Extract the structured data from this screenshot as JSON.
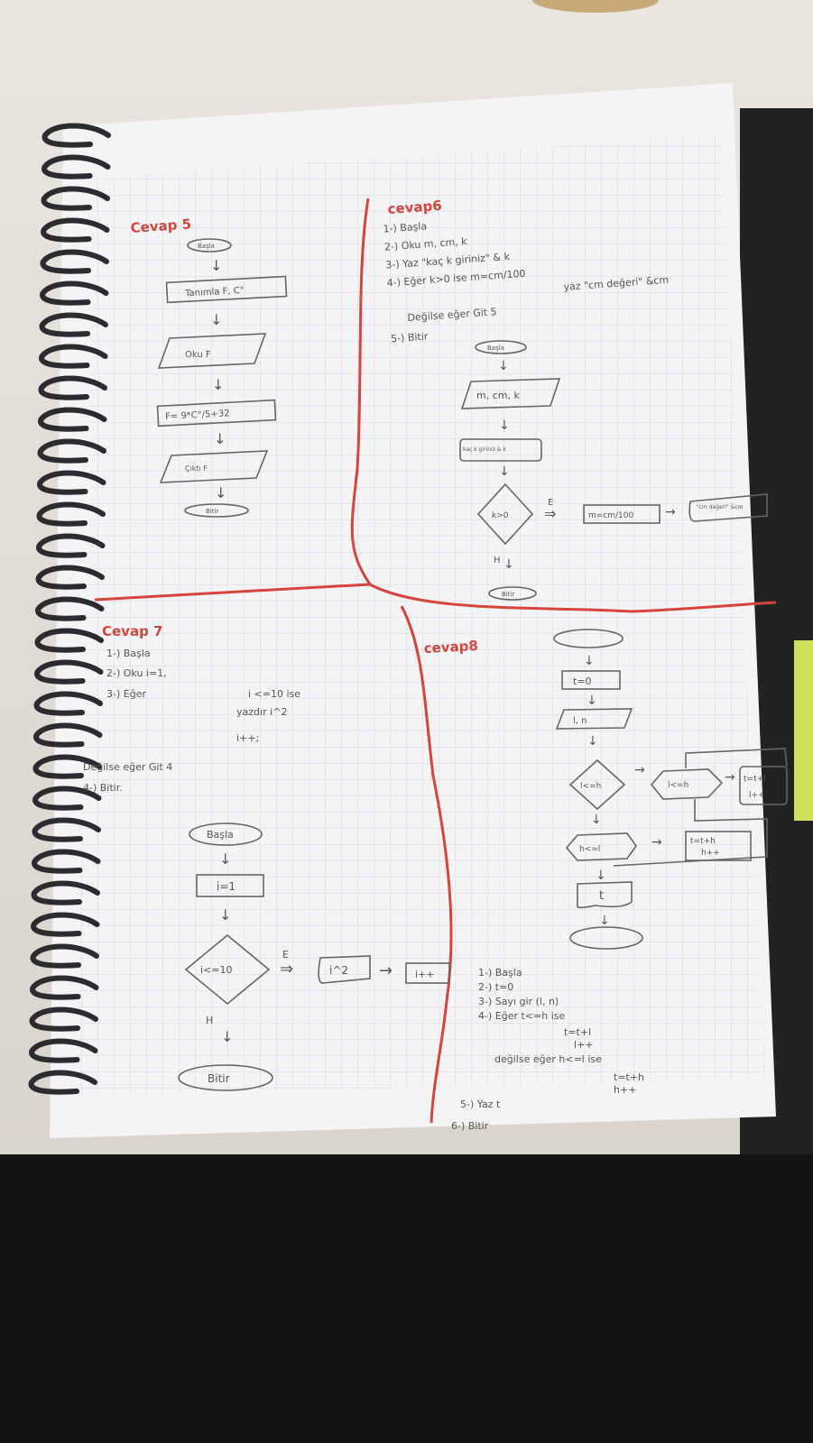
{
  "cevap5": {
    "title": "Cevap 5",
    "start": "Başla",
    "define": "Tanımla F, C°",
    "read": "Oku F",
    "calc": "F= 9*C°/5+32",
    "output": "Çıktı F",
    "end": "Bitir"
  },
  "cevap6": {
    "title": "cevap6",
    "steps": [
      "1-) Başla",
      "2-) Oku  m, cm, k",
      "3-) Yaz \"kaç k giriniz\" & k",
      "4-) Eğer  k>0  ise   m=cm/100",
      "yaz \"cm değeri\" &cm",
      "Değilse  eğer  Git 5",
      "5-) Bitir"
    ],
    "flow": {
      "start": "Başla",
      "input": "m, cm, k",
      "display": "kaç k giriniz & k",
      "decision": "k>0",
      "yes": "E",
      "process": "m=cm/100",
      "output": "\"cm değeri\" &cm",
      "no": "H",
      "end": "Bitir"
    }
  },
  "cevap7": {
    "title": "Cevap 7",
    "steps": [
      "1-) Başla",
      "2-) Oku i=1,",
      "3-) Eğer",
      "i <=10 ise",
      "yazdır i^2",
      "i++;",
      "Değilse eğer Git 4",
      "4-) Bitir."
    ],
    "flow": {
      "start": "Başla",
      "init": "i=1",
      "decision": "i<=10",
      "yes": "E",
      "output": "i^2",
      "increment": "i++",
      "no": "H",
      "end": "Bitir"
    }
  },
  "cevap8": {
    "title": "cevap8",
    "flow": {
      "init": "t=0",
      "input": "l, n",
      "decision1": "l<=h",
      "decision2": "l<=h",
      "process1": "t=t+l",
      "process1b": "l++",
      "decision3": "h<=l",
      "process2": "t=t+h",
      "process2b": "h++",
      "output": "t"
    },
    "steps": [
      "1-) Başla",
      "2-) t=0",
      "3-) Sayı gir (l, n)",
      "4-) Eğer  t<=h ise",
      "t=t+l",
      "l++",
      "değilse eğer  h<=l ise",
      "t=t+h",
      "h++",
      "5-) Yaz t",
      "6-) Bitir"
    ]
  }
}
